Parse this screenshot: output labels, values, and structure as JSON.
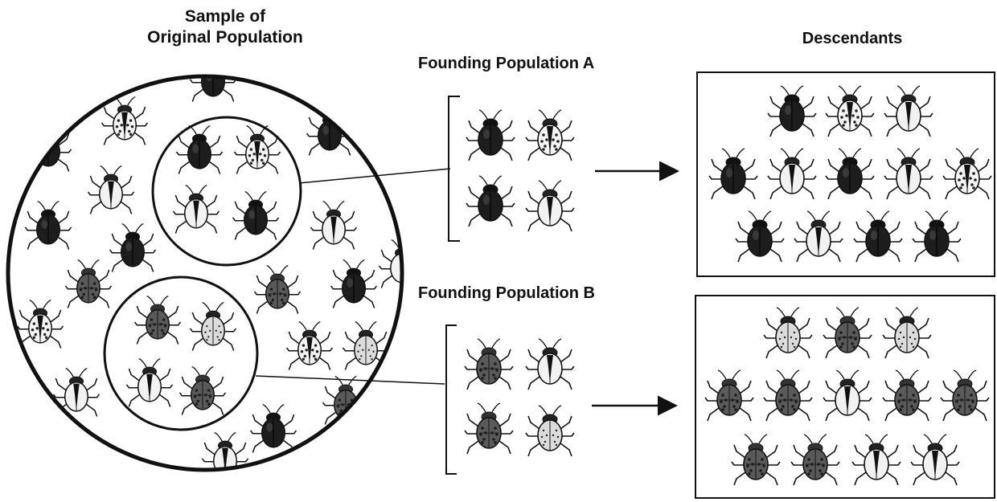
{
  "labels": {
    "sample_line1": "Sample of",
    "sample_line2": "Original Population",
    "founding_a": "Founding Population A",
    "founding_b": "Founding Population B",
    "descendants": "Descendants"
  },
  "colors": {
    "ink": "#111111",
    "dark_beetle": "#1d1d1d",
    "gray_beetle": "#5a5a5a",
    "light_beetle": "#dcdcdc",
    "background": "#ffffff"
  },
  "icons": {
    "beetle": "ladybug-beetle-icon",
    "arrow": "arrow-right-icon"
  },
  "populations": {
    "original_sample": [
      "dark",
      "spotted",
      "pale",
      "gray",
      "light"
    ],
    "founding_a": [
      "dark",
      "spotted",
      "dark",
      "pale"
    ],
    "founding_b": [
      "gray",
      "pale",
      "gray",
      "light"
    ],
    "descendants_a": [
      "dark",
      "spotted",
      "pale",
      "dark",
      "pale",
      "dark",
      "pale",
      "spotted",
      "dark",
      "pale",
      "dark",
      "dark"
    ],
    "descendants_b": [
      "light",
      "gray",
      "light",
      "gray",
      "gray",
      "pale",
      "gray",
      "gray",
      "gray",
      "gray",
      "pale",
      "pale"
    ]
  }
}
